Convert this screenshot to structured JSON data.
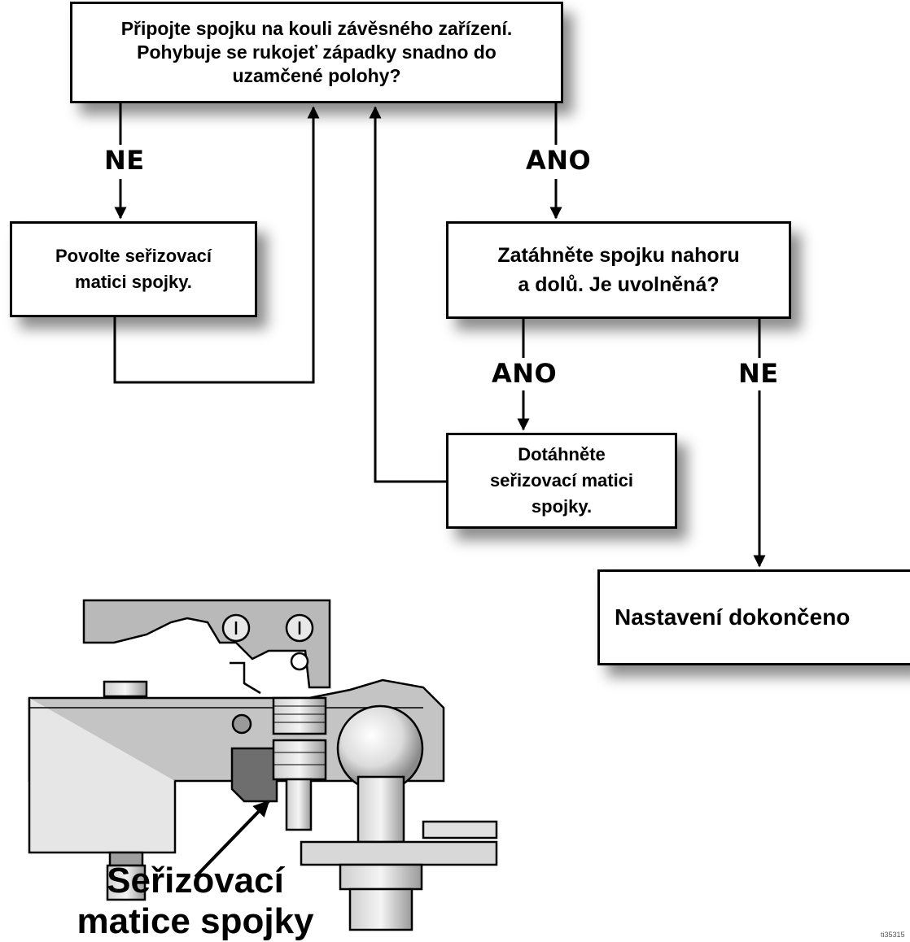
{
  "boxes": {
    "top": "Připojte spojku na kouli závěsného zařízení.\nPohybuje se rukojeť západky snadno do\nuzamčené polohy?",
    "loosen": "Povolte seřizovací\nmatici spojky.",
    "pull": "Zatáhněte spojku nahoru\na dolů. Je uvolněná?",
    "tighten": "Dotáhněte\nseřizovací matici\nspojky.",
    "done": "Nastavení dokončeno"
  },
  "labels": {
    "ne_left": "NE",
    "ano_top": "ANO",
    "ano_mid": "ANO",
    "ne_right": "NE"
  },
  "caption": "Seřizovací\nmatice spojky",
  "figure_id": "ti35315"
}
